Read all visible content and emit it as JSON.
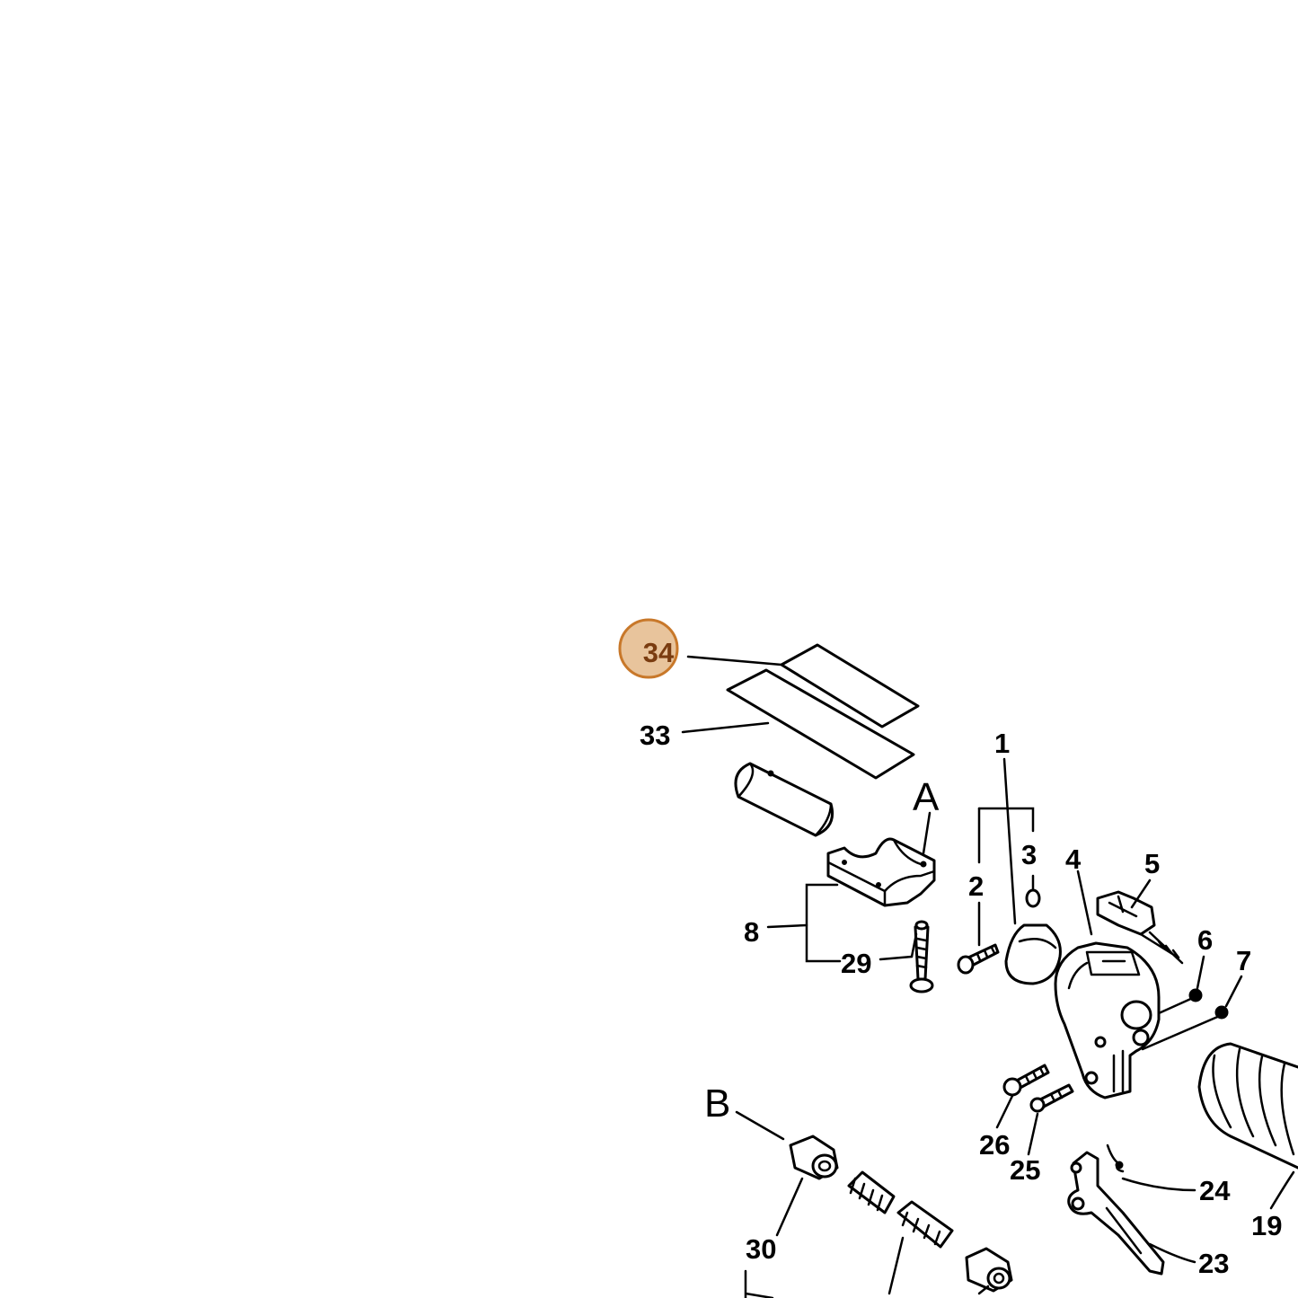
{
  "highlight": {
    "number": "34",
    "fill": "#e8c49c",
    "stroke": "#c8782a",
    "text_color": "#7a3c10"
  },
  "callouts": {
    "c1": "1",
    "c2": "2",
    "c3": "3",
    "c4": "4",
    "c5": "5",
    "c6": "6",
    "c7": "7",
    "c8": "8",
    "c19": "19",
    "c23": "23",
    "c24": "24",
    "c25": "25",
    "c26": "26",
    "c29": "29",
    "c30": "30",
    "c33": "33"
  },
  "view_labels": {
    "a": "A",
    "b": "B"
  }
}
